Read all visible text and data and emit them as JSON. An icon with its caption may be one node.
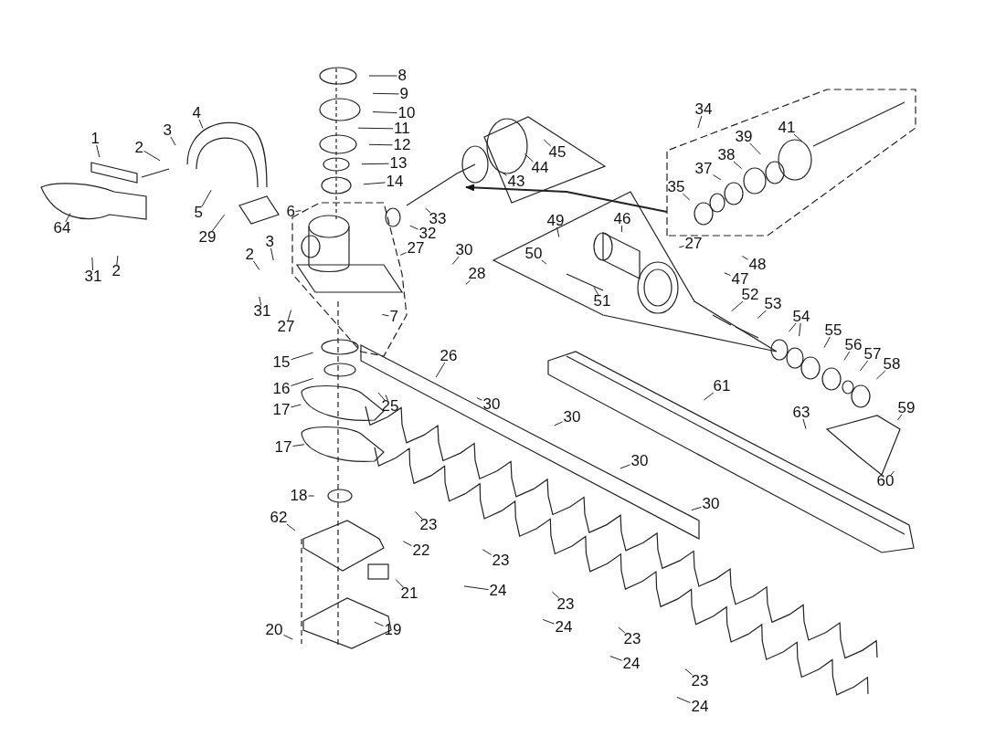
{
  "diagram": {
    "nodes": [
      {
        "text": [
          "8"
        ]
      },
      {
        "text": [
          "9"
        ]
      },
      {
        "text": [
          "10"
        ]
      },
      {
        "text": [
          "34"
        ]
      },
      {
        "text": [
          "4"
        ]
      },
      {
        "text": [
          "3"
        ]
      },
      {
        "text": [
          "11"
        ]
      },
      {
        "text": [
          "41"
        ]
      },
      {
        "text": [
          "1"
        ]
      },
      {
        "text": [
          "12"
        ]
      },
      {
        "text": [
          "2"
        ]
      },
      {
        "text": [
          "39"
        ]
      },
      {
        "text": [
          "45"
        ]
      },
      {
        "text": [
          "38"
        ]
      },
      {
        "text": [
          "13"
        ]
      },
      {
        "text": [
          "44"
        ]
      },
      {
        "text": [
          "37"
        ]
      },
      {
        "text": [
          "14"
        ]
      },
      {
        "text": [
          "43"
        ]
      },
      {
        "text": [
          "5"
        ]
      },
      {
        "text": [
          "35"
        ]
      },
      {
        "text": [
          "29"
        ]
      },
      {
        "text": [
          "6"
        ]
      },
      {
        "text": [
          "33"
        ]
      },
      {
        "text": [
          "64"
        ]
      },
      {
        "text": [
          "49"
        ]
      },
      {
        "text": [
          "46"
        ]
      },
      {
        "text": [
          "32"
        ]
      },
      {
        "text": [
          "27"
        ]
      },
      {
        "text": [
          "27"
        ]
      },
      {
        "text": [
          "30"
        ]
      },
      {
        "text": [
          "50"
        ]
      },
      {
        "text": [
          "3"
        ]
      },
      {
        "text": [
          "2"
        ]
      },
      {
        "text": [
          "48"
        ]
      },
      {
        "text": [
          "28"
        ]
      },
      {
        "text": [
          "31"
        ]
      },
      {
        "text": [
          "2"
        ]
      },
      {
        "text": [
          "47"
        ]
      },
      {
        "text": [
          "52"
        ]
      },
      {
        "text": [
          "51"
        ]
      },
      {
        "text": [
          "53"
        ]
      },
      {
        "text": [
          "31"
        ]
      },
      {
        "text": [
          "54"
        ]
      },
      {
        "text": [
          "27"
        ]
      },
      {
        "text": [
          "7"
        ]
      },
      {
        "text": [
          "55"
        ]
      },
      {
        "text": [
          "56"
        ]
      },
      {
        "text": [
          "57"
        ]
      },
      {
        "text": [
          "15"
        ]
      },
      {
        "text": [
          "58"
        ]
      },
      {
        "text": [
          "26"
        ]
      },
      {
        "text": [
          "16"
        ]
      },
      {
        "text": [
          "61"
        ]
      },
      {
        "text": [
          "25"
        ]
      },
      {
        "text": [
          "30"
        ]
      },
      {
        "text": [
          "59"
        ]
      },
      {
        "text": [
          "17"
        ]
      },
      {
        "text": [
          "63"
        ]
      },
      {
        "text": [
          "30"
        ]
      },
      {
        "text": [
          "17"
        ]
      },
      {
        "text": [
          "30"
        ]
      },
      {
        "text": [
          "60"
        ]
      },
      {
        "text": [
          "18"
        ]
      },
      {
        "text": [
          "30"
        ]
      },
      {
        "text": [
          "23"
        ]
      },
      {
        "text": [
          "62"
        ]
      },
      {
        "text": [
          "22"
        ]
      },
      {
        "text": [
          "23"
        ]
      },
      {
        "text": [
          "21"
        ]
      },
      {
        "text": [
          "24"
        ]
      },
      {
        "text": [
          "23"
        ]
      },
      {
        "text": [
          "24"
        ]
      },
      {
        "text": [
          "19"
        ]
      },
      {
        "text": [
          "23"
        ]
      },
      {
        "text": [
          "20"
        ]
      },
      {
        "text": [
          "24"
        ]
      },
      {
        "text": [
          "23"
        ]
      },
      {
        "text": [
          "24"
        ]
      }
    ],
    "edges": [
      {
        "from": 0,
        "to": null,
        "arrow": "none"
      },
      {
        "from": 1,
        "to": null,
        "arrow": "none"
      },
      {
        "from": 2,
        "to": null,
        "arrow": "none"
      },
      {
        "from": 3,
        "to": null,
        "arrow": "none"
      },
      {
        "from": 4,
        "to": null,
        "arrow": "none"
      },
      {
        "from": 5,
        "to": null,
        "arrow": "none"
      },
      {
        "from": 6,
        "to": null,
        "arrow": "none"
      },
      {
        "from": 7,
        "to": null,
        "arrow": "none"
      },
      {
        "from": 8,
        "to": null,
        "arrow": "none"
      },
      {
        "from": 9,
        "to": null,
        "arrow": "none"
      },
      {
        "from": 10,
        "to": null,
        "arrow": "none"
      },
      {
        "from": 11,
        "to": null,
        "arrow": "none"
      },
      {
        "from": 12,
        "to": null,
        "arrow": "none"
      },
      {
        "from": 13,
        "to": null,
        "arrow": "none"
      },
      {
        "from": 14,
        "to": null,
        "arrow": "none"
      },
      {
        "from": 15,
        "to": null,
        "arrow": "none"
      },
      {
        "from": 16,
        "to": null,
        "arrow": "none"
      },
      {
        "from": 17,
        "to": null,
        "arrow": "none"
      },
      {
        "from": 18,
        "to": null,
        "arrow": "none"
      },
      {
        "from": 19,
        "to": null,
        "arrow": "none"
      },
      {
        "from": 20,
        "to": null,
        "arrow": "none"
      },
      {
        "from": 21,
        "to": null,
        "arrow": "none"
      },
      {
        "from": 22,
        "to": null,
        "arrow": "none"
      },
      {
        "from": 23,
        "to": null,
        "arrow": "none"
      },
      {
        "from": 24,
        "to": null,
        "arrow": "none"
      },
      {
        "from": 25,
        "to": null,
        "arrow": "none"
      },
      {
        "from": 26,
        "to": null,
        "arrow": "none"
      },
      {
        "from": 27,
        "to": null,
        "arrow": "none"
      },
      {
        "from": 28,
        "to": null,
        "arrow": "none"
      },
      {
        "from": 29,
        "to": null,
        "arrow": "none"
      },
      {
        "from": 30,
        "to": null,
        "arrow": "none"
      },
      {
        "from": 31,
        "to": null,
        "arrow": "none"
      },
      {
        "from": 32,
        "to": null,
        "arrow": "none"
      },
      {
        "from": 33,
        "to": null,
        "arrow": "none"
      },
      {
        "from": 34,
        "to": null,
        "arrow": "none"
      },
      {
        "from": 35,
        "to": null,
        "arrow": "none"
      },
      {
        "from": 36,
        "to": null,
        "arrow": "none"
      },
      {
        "from": 37,
        "to": null,
        "arrow": "none"
      },
      {
        "from": 38,
        "to": null,
        "arrow": "none"
      },
      {
        "from": 39,
        "to": null,
        "arrow": "none"
      },
      {
        "from": 40,
        "to": null,
        "arrow": "none"
      },
      {
        "from": 41,
        "to": null,
        "arrow": "none"
      },
      {
        "from": 42,
        "to": null,
        "arrow": "none"
      },
      {
        "from": 43,
        "to": null,
        "arrow": "none"
      },
      {
        "from": 43,
        "to": null,
        "arrow": "none"
      },
      {
        "from": 44,
        "to": null,
        "arrow": "none"
      },
      {
        "from": 45,
        "to": null,
        "arrow": "none"
      },
      {
        "from": 46,
        "to": null,
        "arrow": "none"
      },
      {
        "from": 47,
        "to": null,
        "arrow": "none"
      },
      {
        "from": 48,
        "to": null,
        "arrow": "none"
      },
      {
        "from": 49,
        "to": null,
        "arrow": "none"
      },
      {
        "from": 50,
        "to": null,
        "arrow": "none"
      },
      {
        "from": 51,
        "to": null,
        "arrow": "none"
      },
      {
        "from": 52,
        "to": null,
        "arrow": "none"
      },
      {
        "from": 53,
        "to": null,
        "arrow": "none"
      },
      {
        "from": 54,
        "to": null,
        "arrow": "none"
      },
      {
        "from": 54,
        "to": null,
        "arrow": "none"
      },
      {
        "from": 55,
        "to": null,
        "arrow": "none"
      },
      {
        "from": 56,
        "to": null,
        "arrow": "none"
      },
      {
        "from": 57,
        "to": null,
        "arrow": "none"
      },
      {
        "from": 58,
        "to": null,
        "arrow": "none"
      },
      {
        "from": 59,
        "to": null,
        "arrow": "none"
      },
      {
        "from": 60,
        "to": null,
        "arrow": "none"
      },
      {
        "from": 61,
        "to": null,
        "arrow": "none"
      },
      {
        "from": 62,
        "to": null,
        "arrow": "none"
      },
      {
        "from": 63,
        "to": null,
        "arrow": "none"
      },
      {
        "from": 64,
        "to": null,
        "arrow": "none"
      },
      {
        "from": 65,
        "to": null,
        "arrow": "none"
      },
      {
        "from": 66,
        "to": null,
        "arrow": "none"
      },
      {
        "from": 67,
        "to": null,
        "arrow": "none"
      },
      {
        "from": 68,
        "to": null,
        "arrow": "none"
      },
      {
        "from": 69,
        "to": null,
        "arrow": "none"
      },
      {
        "from": 70,
        "to": null,
        "arrow": "none"
      },
      {
        "from": 71,
        "to": null,
        "arrow": "none"
      },
      {
        "from": 72,
        "to": null,
        "arrow": "none"
      },
      {
        "from": 73,
        "to": null,
        "arrow": "none"
      },
      {
        "from": 74,
        "to": null,
        "arrow": "none"
      },
      {
        "from": 75,
        "to": null,
        "arrow": "none"
      },
      {
        "from": 76,
        "to": null,
        "arrow": "none"
      },
      {
        "from": 77,
        "to": null,
        "arrow": "none"
      },
      {
        "from": 78,
        "to": null,
        "arrow": "none"
      }
    ]
  }
}
